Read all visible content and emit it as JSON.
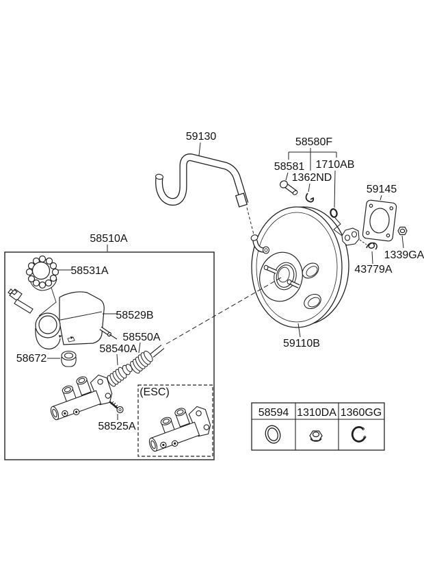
{
  "parts": {
    "vacuum_hose": "59130",
    "fitting_kit": "58580F",
    "bolt": "58581",
    "clamp": "1362ND",
    "o_ring": "1710AB",
    "gasket": "59145",
    "nut": "1339GA",
    "clip": "43779A",
    "booster": "59110B",
    "master_cylinder_assy": "58510A",
    "reservoir_cap": "58531A",
    "reservoir": "58529B",
    "grommet": "58672",
    "piston_kit_front": "58540A",
    "piston_kit_rear": "58550A",
    "screw": "58525A",
    "esc_variant": "(ESC)"
  },
  "legend_table": {
    "columns": [
      {
        "part": "58594",
        "icon": "o-ring"
      },
      {
        "part": "1310DA",
        "icon": "flange-nut"
      },
      {
        "part": "1360GG",
        "icon": "snap-ring"
      }
    ]
  },
  "colors": {
    "line": "#1f1f1f",
    "background": "#ffffff"
  }
}
